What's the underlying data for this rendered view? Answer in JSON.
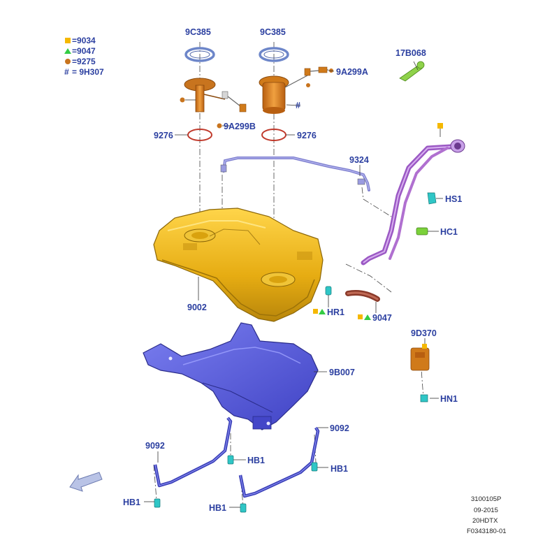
{
  "legend": [
    {
      "symbol": "square",
      "color": "#f5b800",
      "eq": "=",
      "code": "9034"
    },
    {
      "symbol": "triangle",
      "color": "#33cc44",
      "eq": "=",
      "code": "9047"
    },
    {
      "symbol": "circle",
      "color": "#c8741e",
      "eq": "=",
      "code": "9275"
    },
    {
      "symbol": "hash",
      "color": "#222222",
      "eq": "#",
      "code": "= 9H307"
    }
  ],
  "labels": {
    "ring_left": "9C385",
    "ring_right": "9C385",
    "sensor_right": "9A299A",
    "sensor_left": "9A299B",
    "clip_top_right": "17B068",
    "seal_left": "9276",
    "seal_right": "9276",
    "vent_line": "9324",
    "hose_clamp_hs": "HS1",
    "hose_clip_hc": "HC1",
    "tank": "9002",
    "hose_clamp_hr": "HR1",
    "hose": "9047",
    "canister": "9D370",
    "shield": "9B007",
    "nut_hn": "HN1",
    "strap_left": "9092",
    "strap_right": "9092",
    "bolt_hb_a": "HB1",
    "bolt_hb_b": "HB1",
    "bolt_hb_c": "HB1",
    "bolt_hb_d": "HB1"
  },
  "pump_hash_mark": "#",
  "footer": [
    "3100105P",
    "09-2015",
    "20HDTX",
    "F0343180-01"
  ],
  "colors": {
    "label_blue": "#2b3fa0",
    "tank_gold": "#e8b010",
    "shield_blue": "#5558d8",
    "filler_purple": "#b070d0",
    "pump_orange": "#d07a1a",
    "ring_blue": "#6d86c9",
    "seal_red": "#c0392b",
    "clip_teal": "#2fc6c6",
    "clip_green": "#7bd13a"
  },
  "icons": [
    "square-icon",
    "triangle-icon",
    "circle-icon",
    "hash-icon",
    "front-direction-arrow-icon"
  ]
}
